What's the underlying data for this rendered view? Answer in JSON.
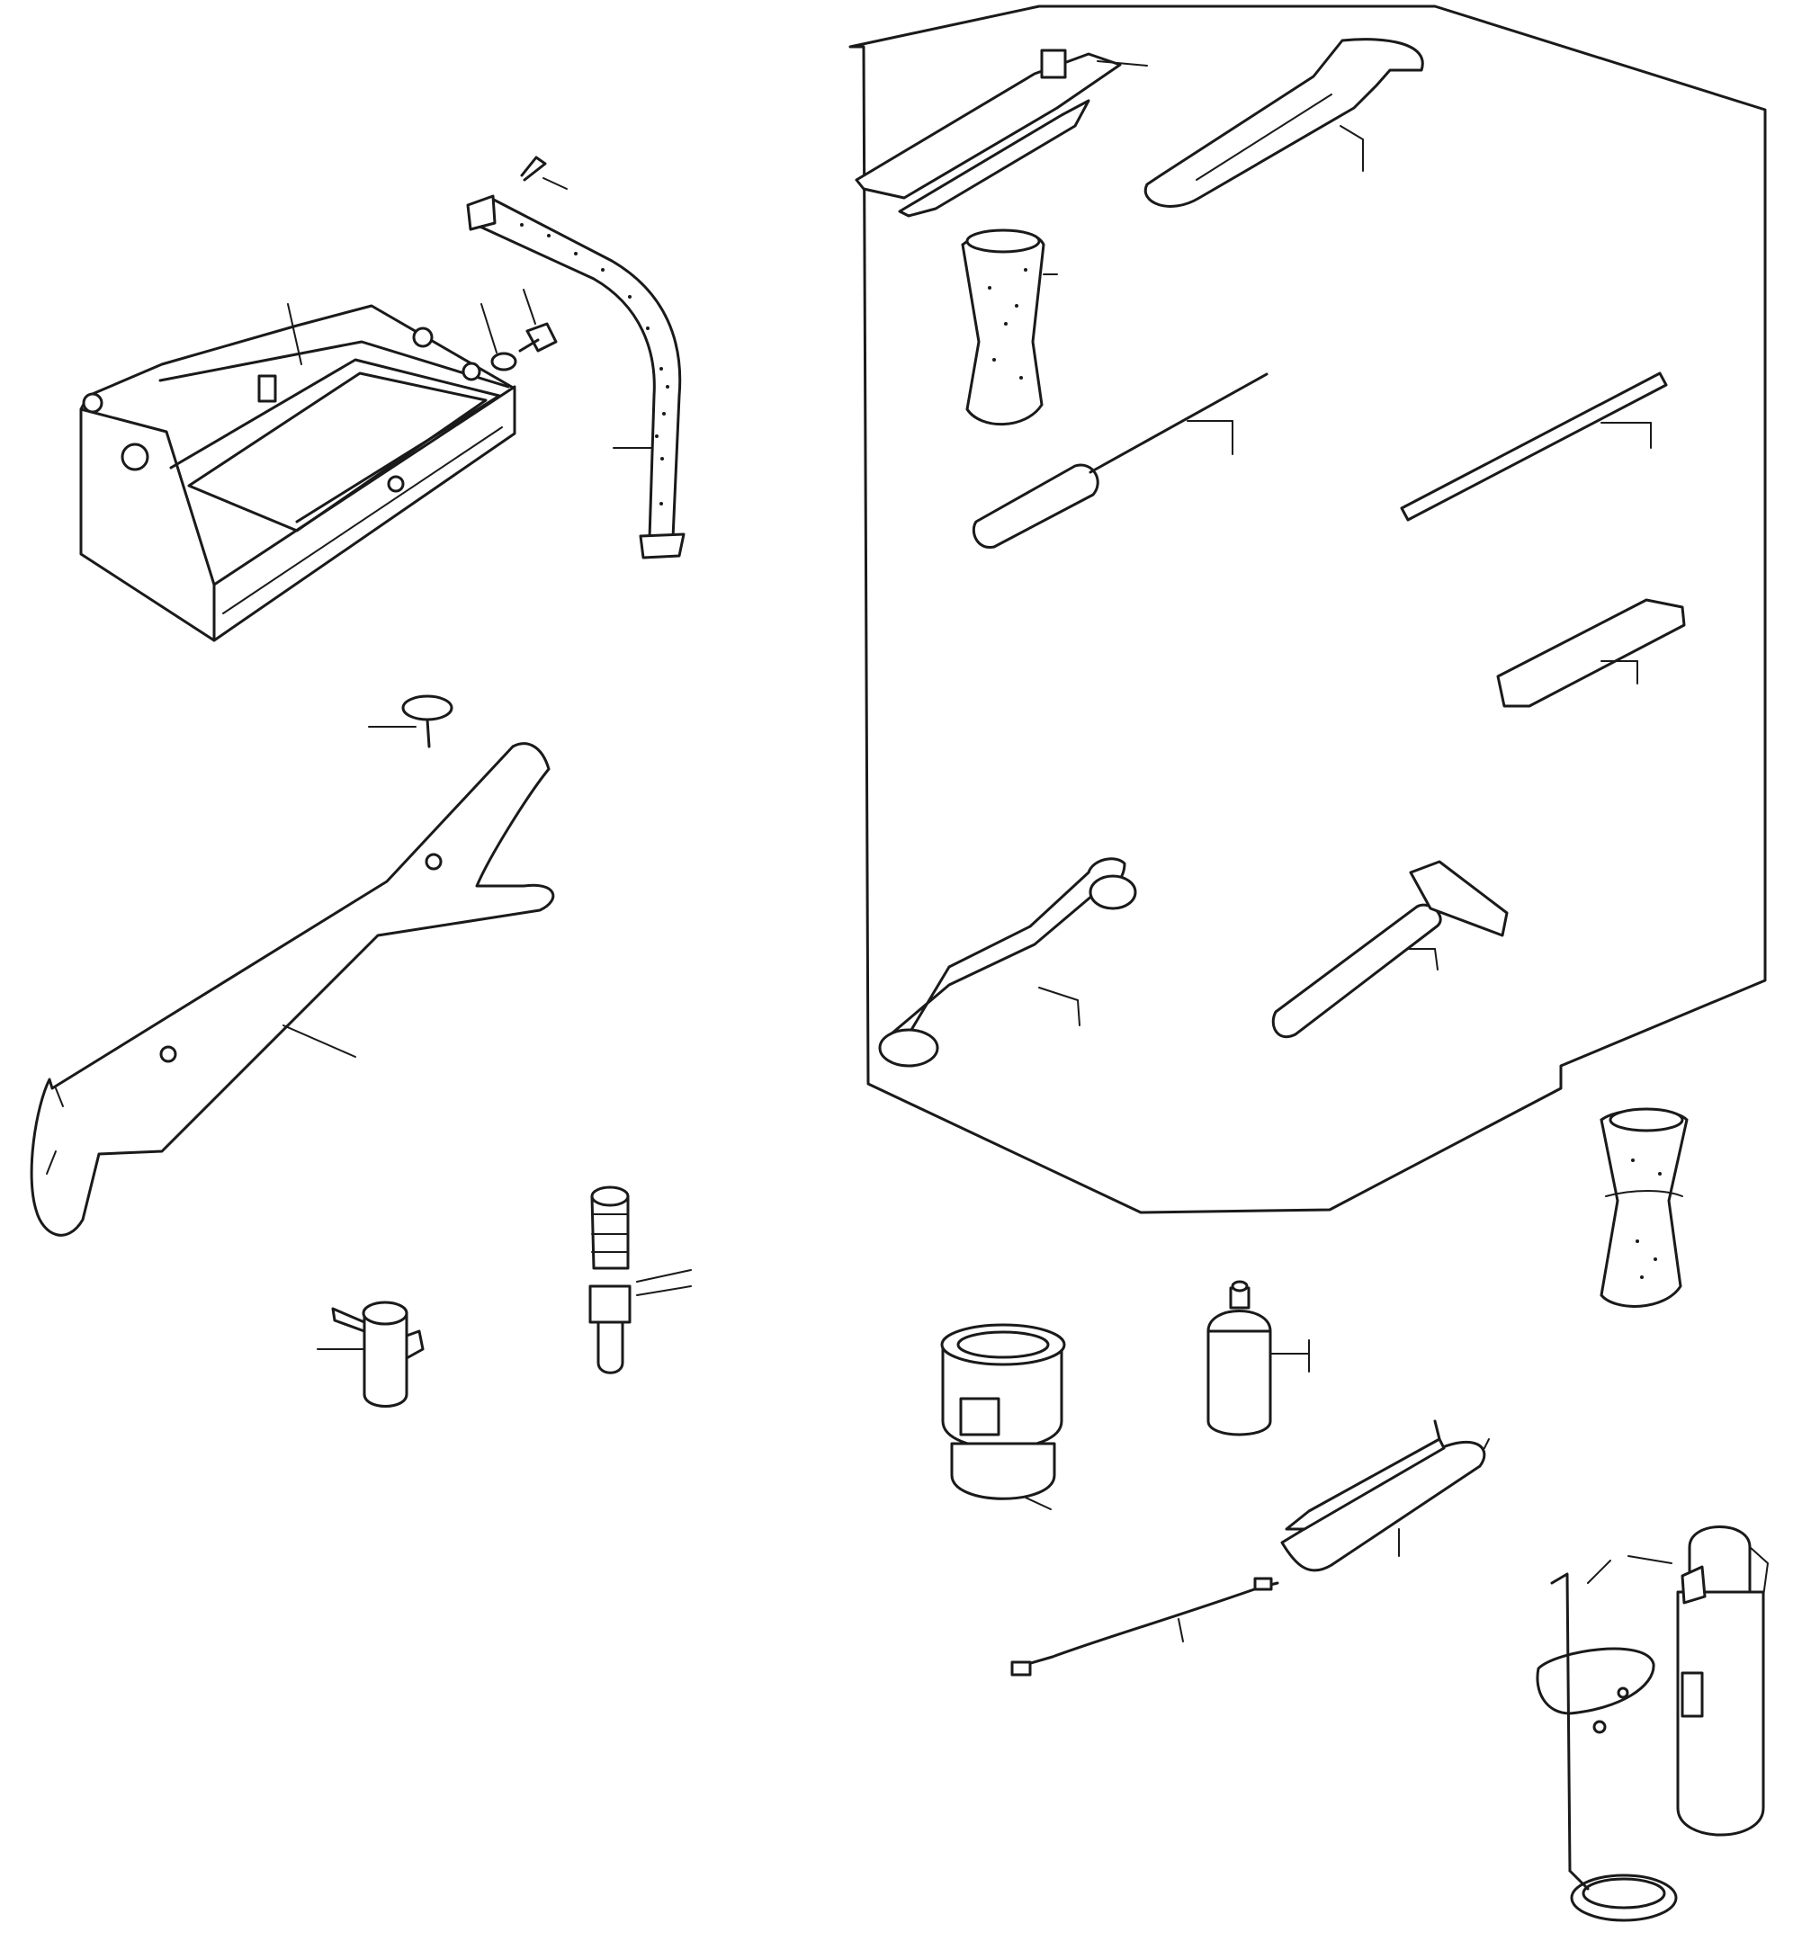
{
  "figure": {
    "title": "",
    "background": "#ffffff",
    "stroke_color": "#1a1a1a"
  },
  "parts": [
    {
      "name": "battery-tray",
      "label": ""
    },
    {
      "name": "battery-strap",
      "label": ""
    },
    {
      "name": "hook-pin",
      "label": ""
    },
    {
      "name": "bolt",
      "label": ""
    },
    {
      "name": "washer",
      "label": ""
    },
    {
      "name": "support-bracket",
      "label": ""
    },
    {
      "name": "clevis-pin",
      "label": ""
    },
    {
      "name": "wing-knob",
      "label": ""
    },
    {
      "name": "threaded-post",
      "label": ""
    },
    {
      "name": "pliers",
      "label": ""
    },
    {
      "name": "open-end-wrench",
      "label": ""
    },
    {
      "name": "tool-roll",
      "label": ""
    },
    {
      "name": "screwdriver",
      "label": ""
    },
    {
      "name": "tommy-bar",
      "label": ""
    },
    {
      "name": "box-spanner",
      "label": ""
    },
    {
      "name": "ring-spanner",
      "label": ""
    },
    {
      "name": "hammer",
      "label": ""
    },
    {
      "name": "tool-bag",
      "label": ""
    },
    {
      "name": "grease-container",
      "label": ""
    },
    {
      "name": "oil-can",
      "label": ""
    },
    {
      "name": "grease-gun",
      "label": ""
    },
    {
      "name": "fire-extinguisher",
      "label": ""
    },
    {
      "name": "extinguisher-bracket",
      "label": ""
    }
  ]
}
